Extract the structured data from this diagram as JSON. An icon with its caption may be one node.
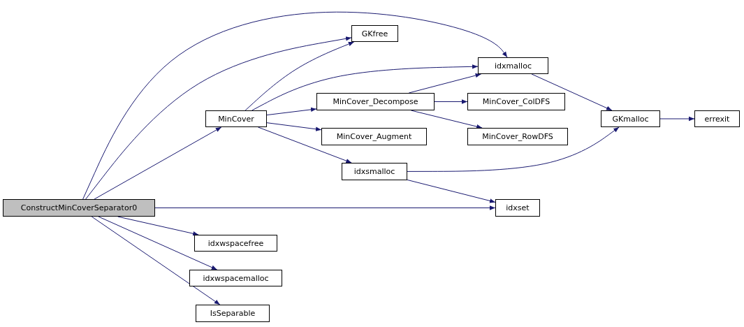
{
  "diagram": {
    "nodes": [
      {
        "text": [
          "ConstructMinCoverSeparator0"
        ]
      },
      {
        "text": [
          "GKfree"
        ]
      },
      {
        "text": [
          "idxmalloc"
        ]
      },
      {
        "text": [
          "MinCover"
        ]
      },
      {
        "text": [
          "MinCover_Decompose"
        ]
      },
      {
        "text": [
          "MinCover_ColDFS"
        ]
      },
      {
        "text": [
          "MinCover_Augment"
        ]
      },
      {
        "text": [
          "MinCover_RowDFS"
        ]
      },
      {
        "text": [
          "idxsmalloc"
        ]
      },
      {
        "text": [
          "GKmalloc"
        ]
      },
      {
        "text": [
          "errexit"
        ]
      },
      {
        "text": [
          "idxset"
        ]
      },
      {
        "text": [
          "idxwspacefree"
        ]
      },
      {
        "text": [
          "idxwspacemalloc"
        ]
      },
      {
        "text": [
          "IsSeparable"
        ]
      }
    ],
    "edges": [
      {
        "from": 0,
        "to": 1,
        "arrow": "to"
      },
      {
        "from": 0,
        "to": 2,
        "arrow": "to"
      },
      {
        "from": 0,
        "to": 3,
        "arrow": "to"
      },
      {
        "from": 0,
        "to": 11,
        "arrow": "to"
      },
      {
        "from": 0,
        "to": 12,
        "arrow": "to"
      },
      {
        "from": 0,
        "to": 13,
        "arrow": "to"
      },
      {
        "from": 0,
        "to": 14,
        "arrow": "to"
      },
      {
        "from": 3,
        "to": 1,
        "arrow": "to"
      },
      {
        "from": 3,
        "to": 2,
        "arrow": "to"
      },
      {
        "from": 3,
        "to": 4,
        "arrow": "to"
      },
      {
        "from": 3,
        "to": 6,
        "arrow": "to"
      },
      {
        "from": 3,
        "to": 8,
        "arrow": "to"
      },
      {
        "from": 4,
        "to": 2,
        "arrow": "to"
      },
      {
        "from": 4,
        "to": 5,
        "arrow": "to"
      },
      {
        "from": 4,
        "to": 7,
        "arrow": "to"
      },
      {
        "from": 2,
        "to": 9,
        "arrow": "to"
      },
      {
        "from": 8,
        "to": 9,
        "arrow": "to"
      },
      {
        "from": 8,
        "to": 11,
        "arrow": "to"
      },
      {
        "from": 9,
        "to": 10,
        "arrow": "to"
      }
    ]
  }
}
